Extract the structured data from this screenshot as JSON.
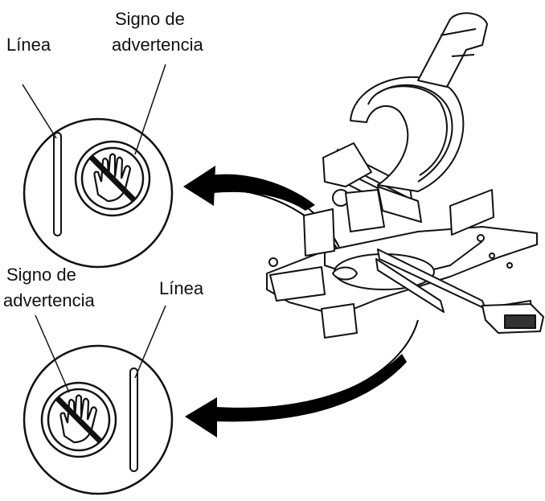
{
  "labels": {
    "top_line": "Línea",
    "top_warning_line1": "Signo de",
    "top_warning_line2": "advertencia",
    "bottom_warning_line1": "Signo de",
    "bottom_warning_line2": "advertencia",
    "bottom_line": "Línea"
  },
  "colors": {
    "stroke": "#111111",
    "background": "#ffffff",
    "arrow": "#000000"
  },
  "icons": [
    "no-hands-warning-icon",
    "curved-arrow-icon",
    "miter-saw-illustration"
  ]
}
